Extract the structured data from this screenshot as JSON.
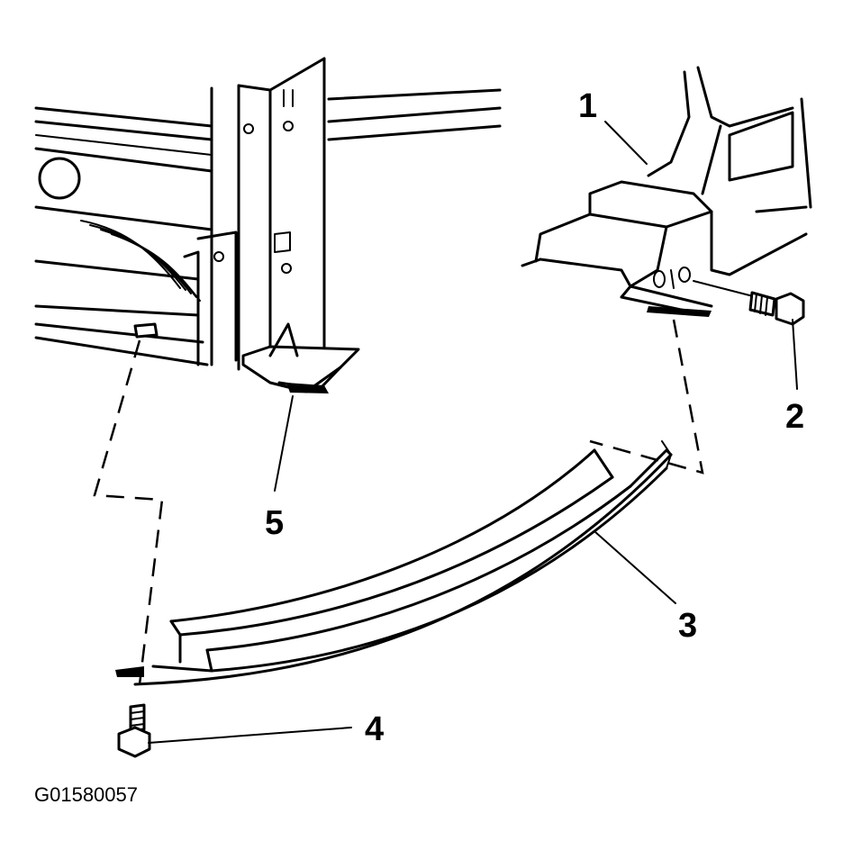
{
  "figure_id": "G01580057",
  "callouts": [
    {
      "number": "1",
      "part": "rail"
    },
    {
      "number": "2",
      "part": "bolt"
    },
    {
      "number": "3",
      "part": "bar"
    },
    {
      "number": "4",
      "part": "bolt-lower"
    },
    {
      "number": "5",
      "part": "bracket"
    }
  ],
  "colors": {
    "ink": "#000000",
    "paper": "#ffffff"
  }
}
